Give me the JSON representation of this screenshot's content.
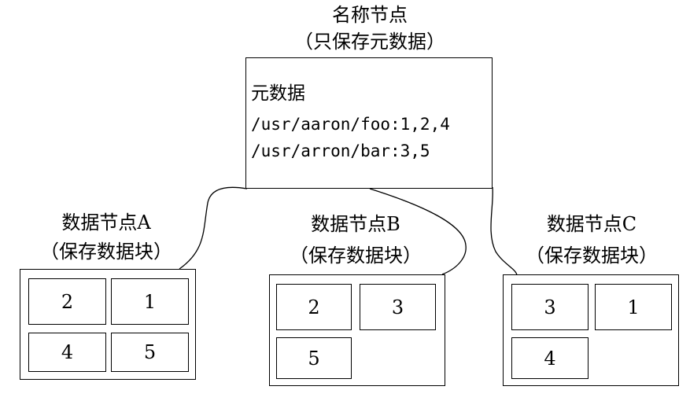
{
  "namenode": {
    "title": "名称节点",
    "subtitle": "（只保存元数据）",
    "meta_heading": "元数据",
    "meta_lines": [
      "/usr/aaron/foo:1,2,4",
      "/usr/arron/bar:3,5"
    ]
  },
  "datanodes": [
    {
      "title": "数据节点A",
      "subtitle": "（保存数据块）",
      "blocks": [
        "2",
        "1",
        "4",
        "5"
      ]
    },
    {
      "title": "数据节点B",
      "subtitle": "（保存数据块）",
      "blocks": [
        "2",
        "3",
        "5"
      ]
    },
    {
      "title": "数据节点C",
      "subtitle": "（保存数据块）",
      "blocks": [
        "3",
        "1",
        "4"
      ]
    }
  ]
}
